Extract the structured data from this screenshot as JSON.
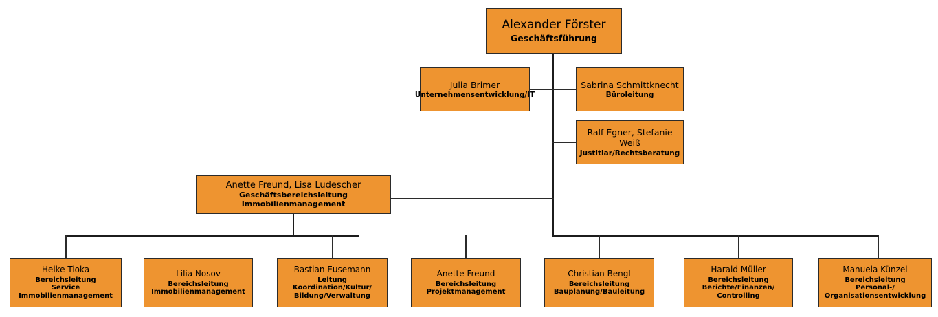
{
  "chart_data": {
    "type": "diagram",
    "diagram_type": "organizational-chart",
    "title": "",
    "colors": {
      "node_fill": "#ee9430",
      "node_border": "#2b2b2b",
      "connector": "#1c1c1c",
      "background": "#ffffff",
      "text": "#000000"
    },
    "nodes": [
      {
        "id": "root",
        "person": "Alexander Förster",
        "role": "Geschäftsführung",
        "level": 0
      },
      {
        "id": "staff-it",
        "person": "Julia Brimer",
        "role": "Unternehmensentwicklung/IT",
        "level": 1
      },
      {
        "id": "staff-office",
        "person": "Sabrina Schmittknecht",
        "role": "Büroleitung",
        "level": 1
      },
      {
        "id": "staff-legal",
        "person": "Ralf Egner, Stefanie Weiß",
        "role": "Justitiar/Rechtsberatung",
        "level": 1
      },
      {
        "id": "division-immo",
        "person": "Anette Freund, Lisa Ludescher",
        "role": "Geschäftsbereichsleitung Immobilienmanagement",
        "level": 2
      },
      {
        "id": "leaf-tioka",
        "person": "Heike Tioka",
        "role": "Bereichsleitung\nService\nImmobilienmanagement",
        "level": 3
      },
      {
        "id": "leaf-nosov",
        "person": "Lilia Nosov",
        "role": "Bereichsleitung\nImmobilienmanagement",
        "level": 3
      },
      {
        "id": "leaf-eusemann",
        "person": "Bastian Eusemann",
        "role": "Leitung\nKoordination/Kultur/\nBildung/Verwaltung",
        "level": 3
      },
      {
        "id": "leaf-freund",
        "person": "Anette Freund",
        "role": "Bereichsleitung\nProjektmanagement",
        "level": 3
      },
      {
        "id": "leaf-bengl",
        "person": "Christian Bengl",
        "role": "Bereichsleitung\nBauplanung/Bauleitung",
        "level": 3
      },
      {
        "id": "leaf-mueller",
        "person": "Harald Müller",
        "role": "Bereichsleitung\nBerichte/Finanzen/\nControlling",
        "level": 3
      },
      {
        "id": "leaf-kuenzel",
        "person": "Manuela Künzel",
        "role": "Bereichsleitung\nPersonal-/\nOrganisationsentwicklung",
        "level": 3
      }
    ],
    "edges": [
      {
        "from": "root",
        "to": "staff-it"
      },
      {
        "from": "root",
        "to": "staff-office"
      },
      {
        "from": "root",
        "to": "staff-legal"
      },
      {
        "from": "root",
        "to": "division-immo"
      },
      {
        "from": "root",
        "to": "leaf-bengl"
      },
      {
        "from": "root",
        "to": "leaf-mueller"
      },
      {
        "from": "root",
        "to": "leaf-kuenzel"
      },
      {
        "from": "division-immo",
        "to": "leaf-tioka"
      },
      {
        "from": "division-immo",
        "to": "leaf-nosov"
      },
      {
        "from": "division-immo",
        "to": "leaf-eusemann"
      },
      {
        "from": "division-immo",
        "to": "leaf-freund"
      }
    ]
  },
  "root": {
    "person": "Alexander Förster",
    "role": "Geschäftsführung"
  },
  "staff": [
    {
      "person": "Julia Brimer",
      "role": "Unternehmensentwicklung/IT"
    },
    {
      "person": "Sabrina Schmittknecht",
      "role": "Büroleitung"
    },
    {
      "person": "Ralf Egner, Stefanie Weiß",
      "role": "Justitiar/Rechtsberatung"
    }
  ],
  "division": {
    "person": "Anette Freund, Lisa Ludescher",
    "role": "Geschäftsbereichsleitung Immobilienmanagement"
  },
  "leaves_left": [
    {
      "person": "Heike Tioka",
      "role": "Bereichsleitung\nService\nImmobilienmanagement"
    },
    {
      "person": "Lilia Nosov",
      "role": "Bereichsleitung\nImmobilienmanagement"
    },
    {
      "person": "Bastian Eusemann",
      "role": "Leitung\nKoordination/Kultur/\nBildung/Verwaltung"
    },
    {
      "person": "Anette Freund",
      "role": "Bereichsleitung\nProjektmanagement"
    }
  ],
  "leaves_right": [
    {
      "person": "Christian Bengl",
      "role": "Bereichsleitung\nBauplanung/Bauleitung"
    },
    {
      "person": "Harald Müller",
      "role": "Bereichsleitung\nBerichte/Finanzen/\nControlling"
    },
    {
      "person": "Manuela Künzel",
      "role": "Bereichsleitung\nPersonal-/\nOrganisationsentwicklung"
    }
  ]
}
